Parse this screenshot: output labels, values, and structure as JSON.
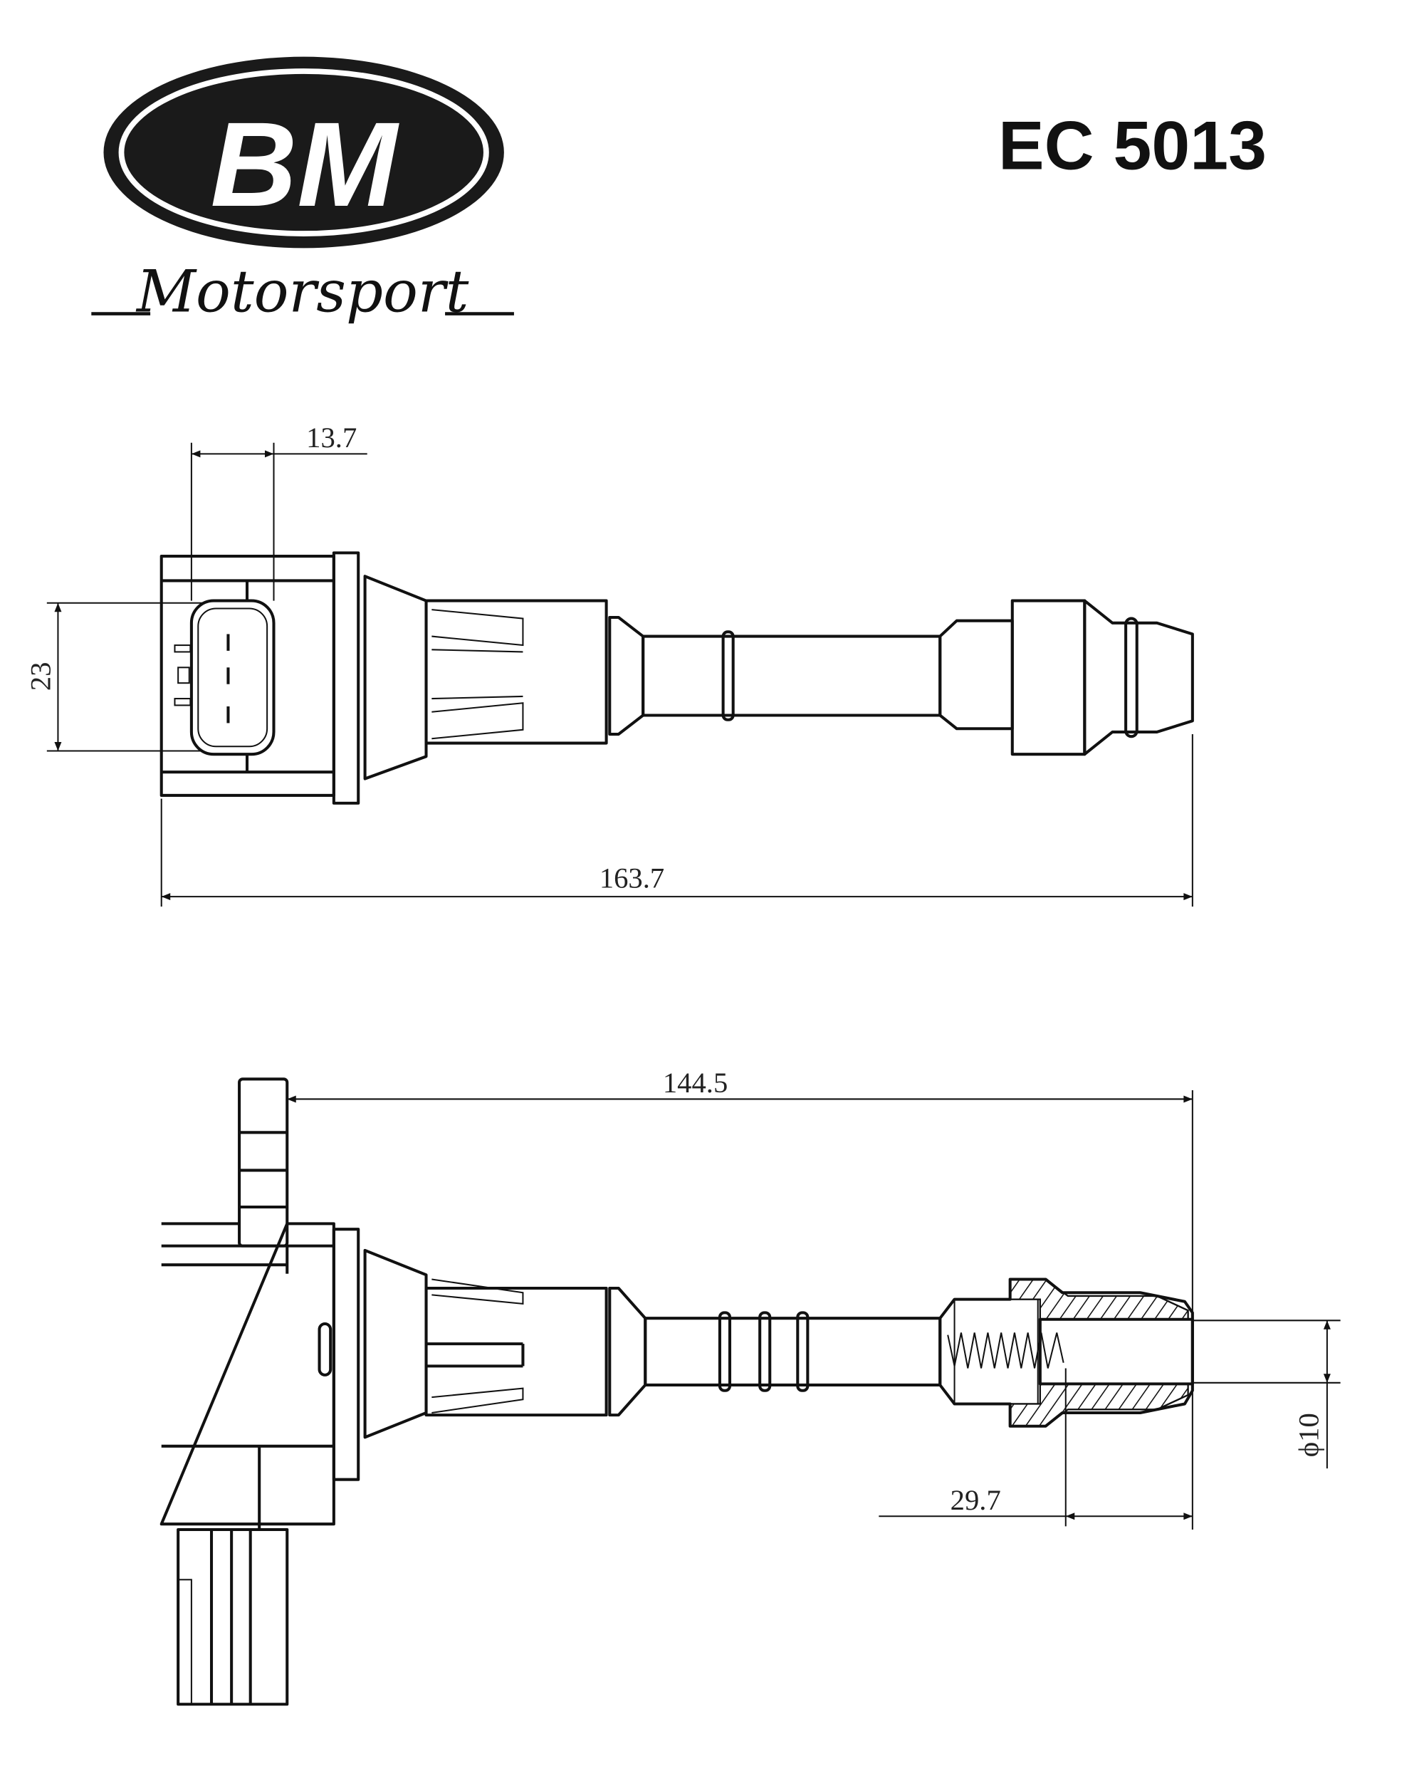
{
  "logo": {
    "brand": "BM",
    "tagline": "Motorsport"
  },
  "part_number": "EC 5013",
  "top_view": {
    "dim_connector_offset": "13.7",
    "dim_connector_height": "23",
    "dim_overall_length": "163.7"
  },
  "side_view": {
    "dim_mount_to_tip": "144.5",
    "dim_tip_diameter": "ϕ10",
    "dim_tip_length": "29.7"
  },
  "colors": {
    "ink": "#111111",
    "background": "#ffffff"
  }
}
